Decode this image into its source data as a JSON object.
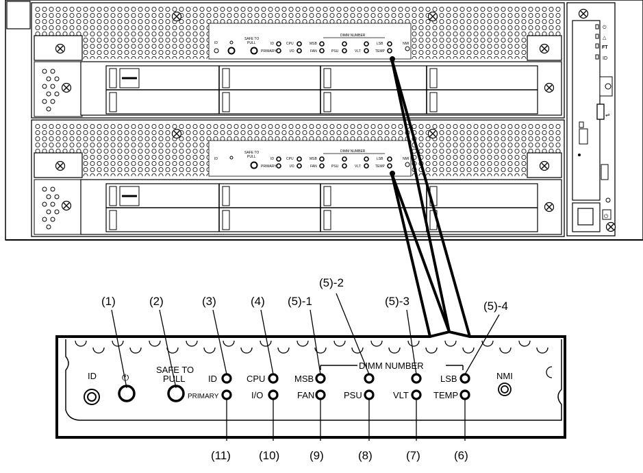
{
  "server": {
    "module_small_labels": {
      "id": "ID",
      "safe_to_pull": [
        "SAFE TO",
        "PULL"
      ],
      "primary": "PRIMARY",
      "cpu": "CPU",
      "io": "I/O",
      "msb": "MSB",
      "fan": "FAN",
      "psu": "PSU",
      "dimm_number": "DIMM NUMBER",
      "vlt": "VLT",
      "lsb": "LSB",
      "temp": "TEMP",
      "nmi": "NMI"
    },
    "side_panel_labels": [
      "FT",
      "ID"
    ]
  },
  "panel": {
    "id_label": "ID",
    "safe_to_pull_line1": "SAFE TO",
    "safe_to_pull_line2": "PULL",
    "dimm_number_label": "DIMM NUMBER",
    "nmi_label": "NMI",
    "led_labels": {
      "id": "ID",
      "primary": "PRIMARY",
      "cpu": "CPU",
      "io": "I/O",
      "msb": "MSB",
      "fan": "FAN",
      "psu": "PSU",
      "vlt": "VLT",
      "lsb": "LSB",
      "temp": "TEMP"
    }
  },
  "callouts": {
    "c1": "(1)",
    "c2": "(2)",
    "c3": "(3)",
    "c4": "(4)",
    "c5_1": "(5)-1",
    "c5_2": "(5)-2",
    "c5_3": "(5)-3",
    "c5_4": "(5)-4",
    "c6": "(6)",
    "c7": "(7)",
    "c8": "(8)",
    "c9": "(9)",
    "c10": "(10)",
    "c11": "(11)"
  },
  "colors": {
    "line": "#000000",
    "background": "#ffffff",
    "bezel": "#f4f4f4"
  }
}
